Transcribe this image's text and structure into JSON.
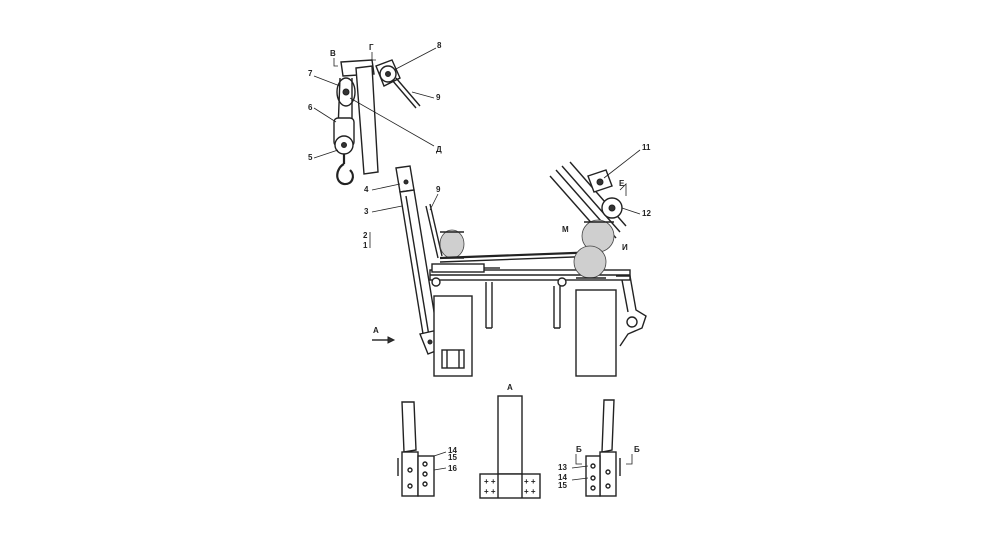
{
  "labels": {
    "v": "В",
    "g": "Г",
    "d": "Д",
    "e": "Е",
    "m": "М",
    "i": "И",
    "a_arrow": "А",
    "a_view": "А",
    "b_left": "Б",
    "b_right": "Б",
    "n3": "3",
    "n4": "4",
    "n5": "5",
    "n6": "6",
    "n7": "7",
    "n8": "8",
    "n9_top": "9",
    "n9_mid": "9",
    "n11": "11",
    "n12": "12",
    "n13": "13",
    "n14_left": "14",
    "n15_left": "15",
    "n16": "16",
    "n14_right": "14",
    "n15_right": "15",
    "n2_side": "2",
    "n1_side": "1"
  }
}
